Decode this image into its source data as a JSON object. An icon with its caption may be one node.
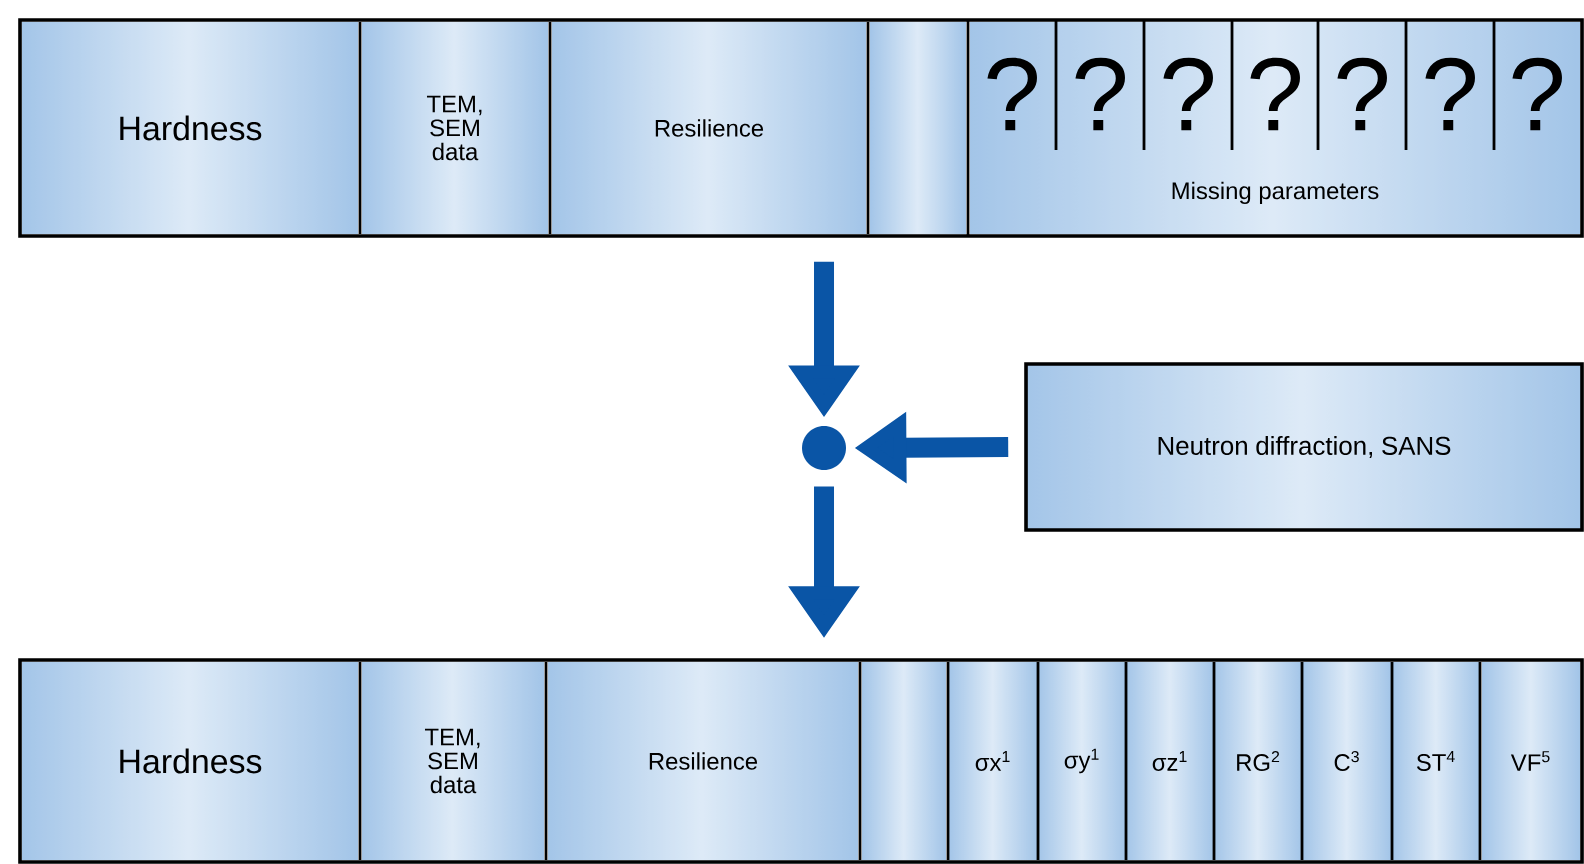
{
  "diagram": {
    "nodes": [
      {
        "text": [],
        "shape": "box"
      },
      {
        "text": [
          "Hardness"
        ],
        "in": 0
      },
      {
        "text": [
          "TEM, SEM data"
        ],
        "in": 0
      },
      {
        "text": [
          "Resilience"
        ],
        "in": 0
      },
      {
        "text": [],
        "shape": "box",
        "in": 0
      },
      {
        "text": [
          "Missing parameters"
        ],
        "in": 0
      },
      {
        "text": [
          "?"
        ],
        "in": 5
      },
      {
        "text": [
          "?"
        ],
        "in": 5
      },
      {
        "text": [
          "?"
        ],
        "in": 5
      },
      {
        "text": [
          "?"
        ],
        "in": 5
      },
      {
        "text": [
          "?"
        ],
        "in": 5
      },
      {
        "text": [
          "?"
        ],
        "in": 5
      },
      {
        "text": [
          "?"
        ],
        "in": 5
      },
      {
        "text": [],
        "shape": "circle"
      },
      {
        "text": [
          "Neutron diffraction, SANS"
        ]
      },
      {
        "text": [],
        "shape": "box"
      },
      {
        "text": [
          "Hardness"
        ],
        "in": 15
      },
      {
        "text": [
          "TEM, SEM data"
        ],
        "in": 15
      },
      {
        "text": [
          "Resilience"
        ],
        "in": 15
      },
      {
        "text": [],
        "shape": "box",
        "in": 15
      },
      {
        "text": [
          "σx$^{1}$"
        ],
        "in": 15
      },
      {
        "text": [
          "σy$^{1}$"
        ],
        "in": 15
      },
      {
        "text": [
          "σz$^{1}$"
        ],
        "in": 15
      },
      {
        "text": [
          "RG$^{2}$"
        ],
        "in": 15
      },
      {
        "text": [
          "C$^{3}$"
        ],
        "in": 15
      },
      {
        "text": [
          "ST$^{4}$"
        ],
        "in": 15
      },
      {
        "text": [
          "VF$^{5}$"
        ],
        "in": 15
      }
    ],
    "edges": [
      {
        "from": 0,
        "to": 13,
        "arrow": "to"
      },
      {
        "from": 14,
        "to": 13,
        "arrow": "to"
      },
      {
        "from": 13,
        "to": 15,
        "arrow": "to"
      }
    ]
  }
}
